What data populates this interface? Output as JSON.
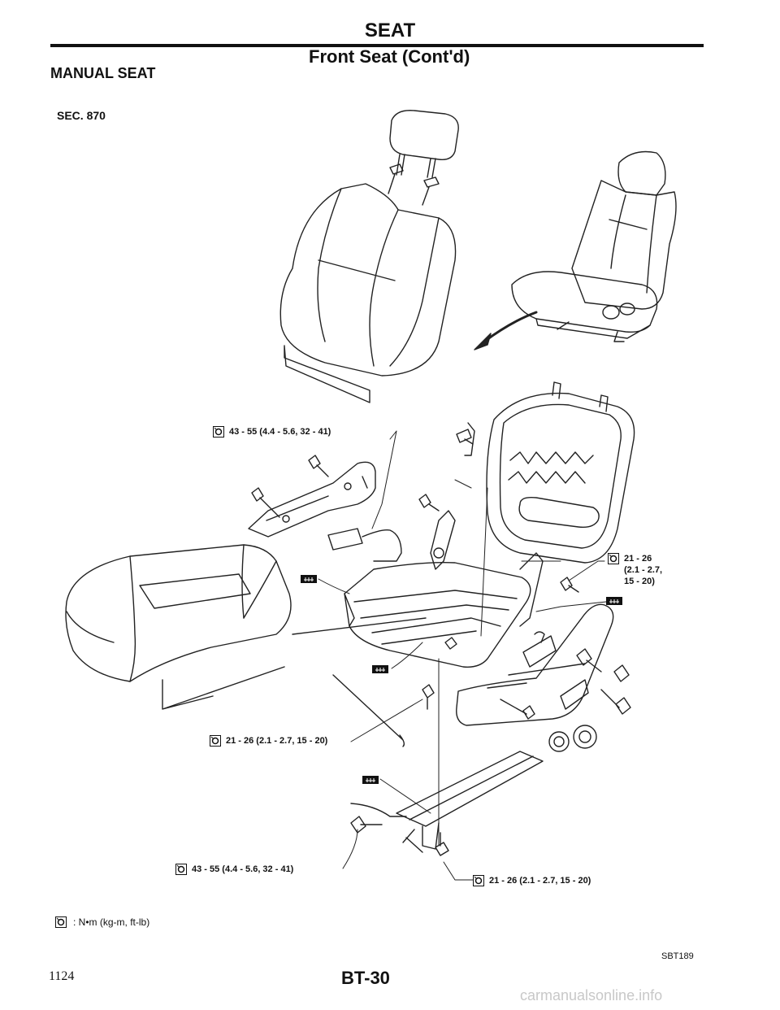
{
  "header": {
    "title": "SEAT",
    "subtitle": "Front Seat (Cont'd)"
  },
  "section_title": "MANUAL SEAT",
  "sec_code": "SEC. 870",
  "callouts": {
    "top_backrest": "43 - 55 (4.4 - 5.6, 32 - 41)",
    "right_bolt_l1": "21 - 26",
    "right_bolt_l2": "(2.1 - 2.7,",
    "right_bolt_l3": "15 - 20)",
    "mid_bolt": "21 - 26 (2.1 - 2.7, 15 - 20)",
    "rail_bolt": "43 - 55 (4.4 - 5.6, 32 - 41)",
    "bottom_bolt": "21 - 26 (2.1 - 2.7, 15 - 20)"
  },
  "legend": {
    "text": ": N•m (kg-m, ft-lb)"
  },
  "figure_code": "SBT189",
  "page_number": "1124",
  "page_code": "BT-30",
  "watermark": "carmanualsonline.info"
}
